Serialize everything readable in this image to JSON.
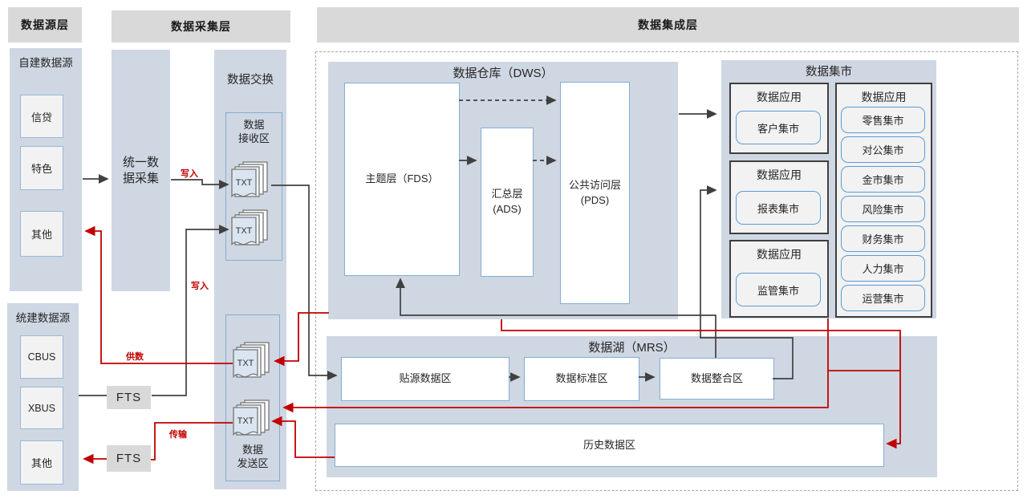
{
  "headers": {
    "source": "数据源层",
    "collection": "数据采集层",
    "integration": "数据集成层"
  },
  "source_layer": {
    "self_built": {
      "title": "自建数据源",
      "items": [
        "信贷",
        "特色",
        "其他"
      ]
    },
    "unified_built": {
      "title": "统建数据源",
      "items": [
        "CBUS",
        "XBUS",
        "其他"
      ]
    }
  },
  "collection_layer": {
    "unified_collection_lines": [
      "统一数",
      "据采集"
    ],
    "exchange": {
      "title": "数据交换",
      "receive_label": [
        "数据",
        "接收区"
      ],
      "send_label": [
        "数据",
        "发送区"
      ],
      "txt": "TXT"
    }
  },
  "fts_label": "FTS",
  "flow_labels": {
    "write": "写入",
    "supply": "供数",
    "transfer": "传输"
  },
  "integration_layer": {
    "dws": {
      "title": "数据仓库（DWS）",
      "fds": "主题层（FDS）",
      "ads": [
        "汇总层",
        "(ADS)"
      ],
      "pds": [
        "公共访问层",
        "(PDS)"
      ]
    },
    "marts": {
      "title": "数据集市",
      "app_label": "数据应用",
      "left": [
        "客户集市",
        "报表集市",
        "监管集市"
      ],
      "right": [
        "零售集市",
        "对公集市",
        "金市集市",
        "风险集市",
        "财务集市",
        "人力集市",
        "运营集市"
      ]
    },
    "mrs": {
      "title": "数据湖（MRS）",
      "zones": [
        "贴源数据区",
        "数据标准区",
        "数据整合区"
      ],
      "history": "历史数据区"
    }
  },
  "colors": {
    "header_bg": "#d9d9d9",
    "panel_bg": "#cfd7e3",
    "box_bg": "#f2f2f2",
    "txt_page_bg": "#dbe5f1",
    "blue_border": "#84aed0",
    "mart_border": "#5b9bd5",
    "dark_line": "#404040",
    "red_line": "#c00000"
  }
}
